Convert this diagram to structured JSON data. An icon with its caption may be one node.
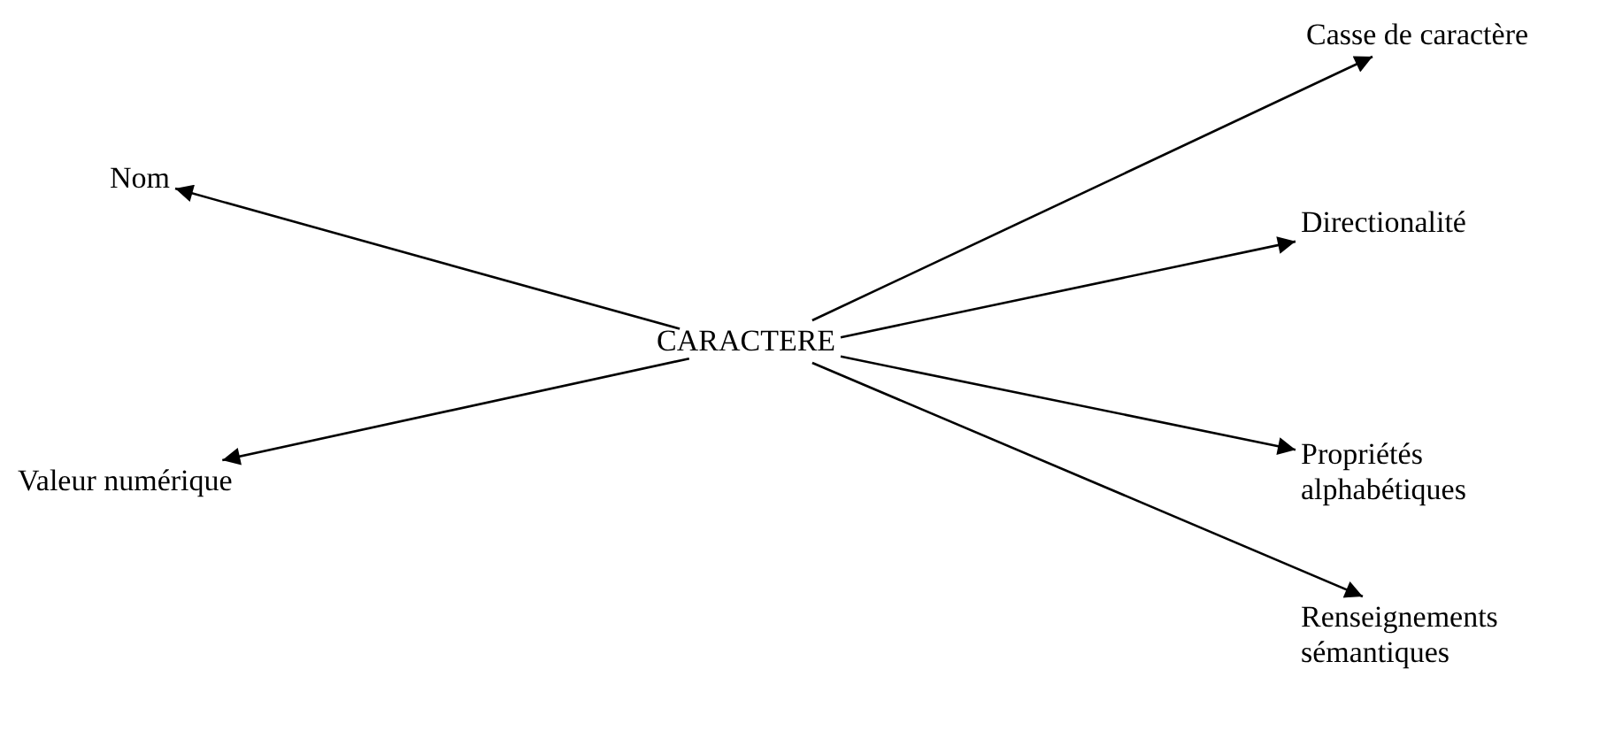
{
  "diagram": {
    "nodes": [
      {
        "text": [
          "CARACTERE"
        ]
      },
      {
        "text": [
          "Nom"
        ]
      },
      {
        "text": [
          "Valeur numérique"
        ]
      },
      {
        "text": [
          "Casse de caractère"
        ]
      },
      {
        "text": [
          "Directionalité"
        ]
      },
      {
        "text": [
          "Propriétés alphabétiques"
        ]
      },
      {
        "text": [
          "Renseignements sémantiques"
        ]
      }
    ],
    "edges": [
      {
        "from": 0,
        "to": 1,
        "arrow": "to"
      },
      {
        "from": 0,
        "to": 2,
        "arrow": "to"
      },
      {
        "from": 0,
        "to": 3,
        "arrow": "to"
      },
      {
        "from": 0,
        "to": 4,
        "arrow": "to"
      },
      {
        "from": 0,
        "to": 5,
        "arrow": "to"
      },
      {
        "from": 0,
        "to": 6,
        "arrow": "to"
      }
    ]
  }
}
